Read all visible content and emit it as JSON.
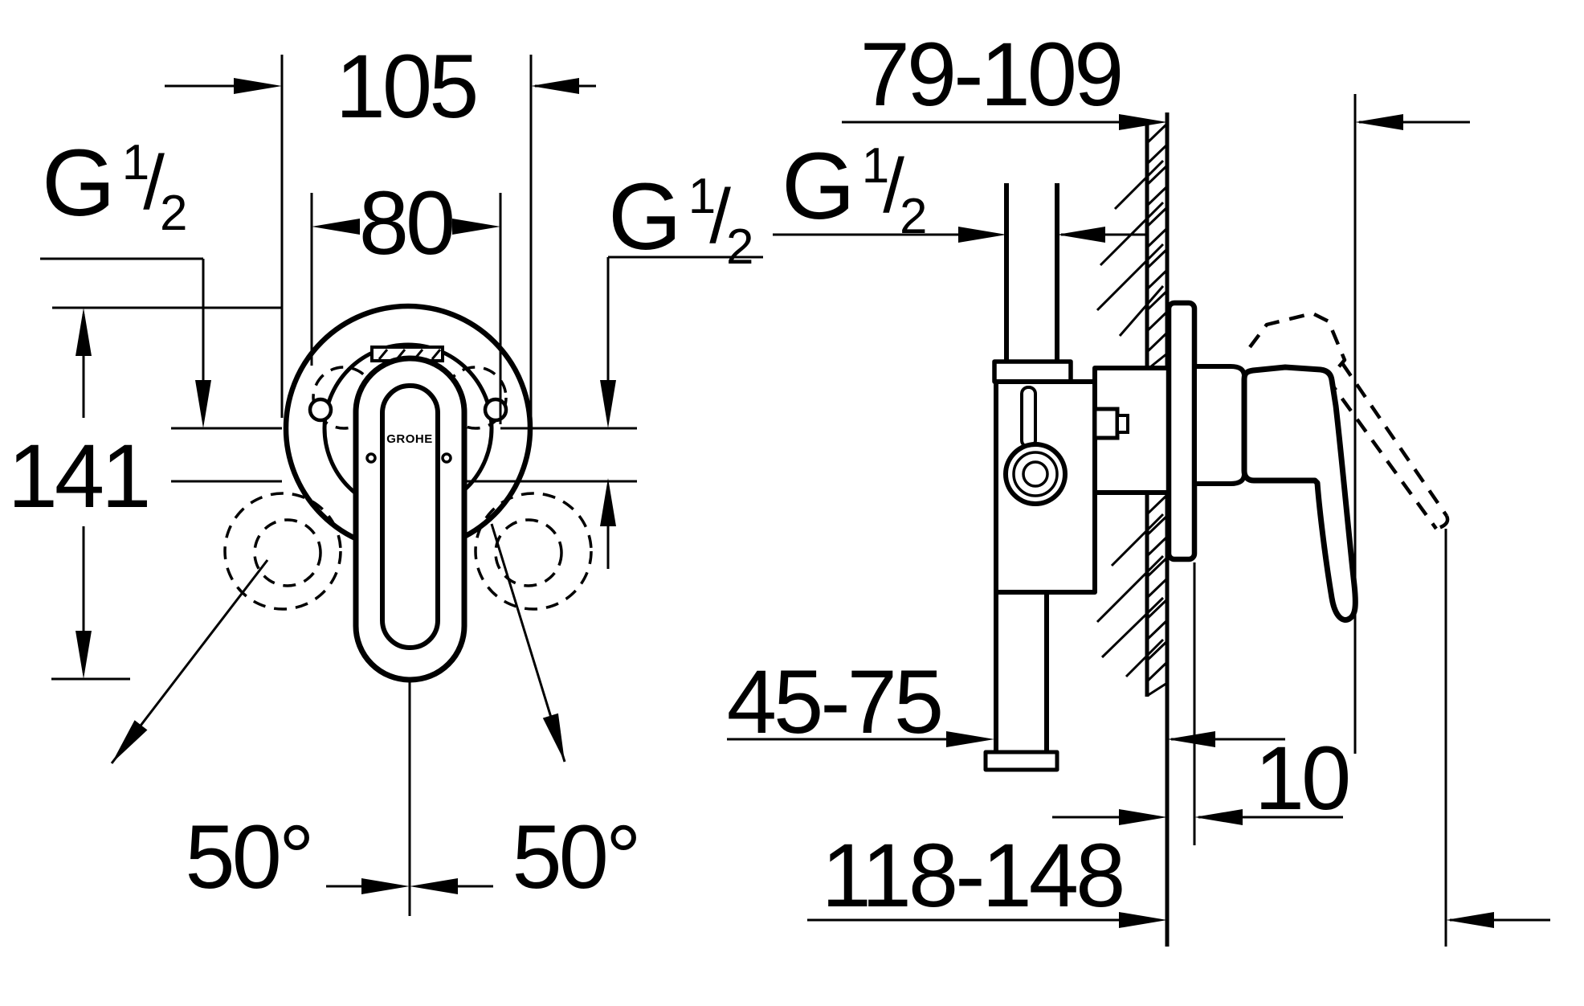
{
  "drawing": {
    "logo": "GROHE",
    "thread": {
      "prefix": "G",
      "num": "1",
      "slash": "/",
      "den": "2"
    },
    "front": {
      "plate_diameter": "105",
      "center_distance": "80",
      "height": "141",
      "swing_left": "50°",
      "swing_right": "50°"
    },
    "side": {
      "install_depth": "79-109",
      "embed_depth": "45-75",
      "plate_gap": "10",
      "total_depth": "118-148"
    }
  }
}
